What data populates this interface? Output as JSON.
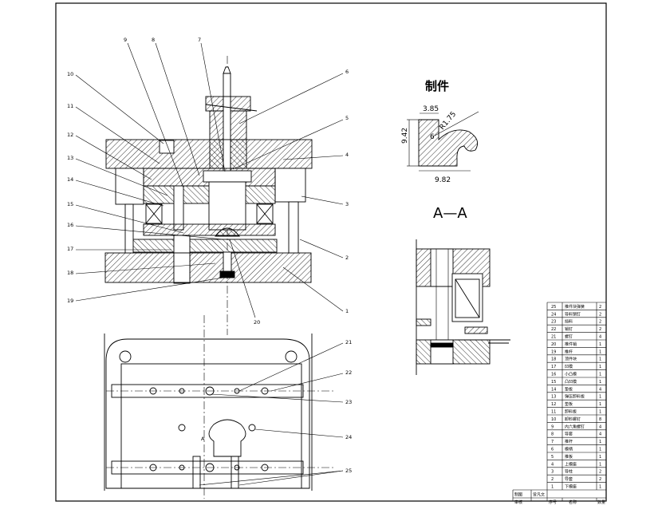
{
  "product_label": "制件",
  "section_label": "A—A",
  "view_marker": "A",
  "dimensions": {
    "width": "9.82",
    "height": "9.42",
    "top": "3.85",
    "radius": "R1.75",
    "inner": "6"
  },
  "callouts": {
    "c1": "1",
    "c2": "2",
    "c3": "3",
    "c4": "4",
    "c5": "5",
    "c6": "6",
    "c7": "7",
    "c8": "8",
    "c9": "9",
    "c10": "10",
    "c11": "11",
    "c12": "12",
    "c13": "13",
    "c14": "14",
    "c15": "15",
    "c16": "16",
    "c17": "17",
    "c18": "18",
    "c19": "19",
    "c20": "20",
    "c21": "21",
    "c22": "22",
    "c23": "23",
    "c24": "24",
    "c25": "25"
  },
  "bom": {
    "rows": [
      {
        "no": "25",
        "name": "推件块弹簧",
        "qty": "2"
      },
      {
        "no": "24",
        "name": "导料销钉",
        "qty": "2"
      },
      {
        "no": "23",
        "name": "挡料",
        "qty": "2"
      },
      {
        "no": "22",
        "name": "销钉",
        "qty": "2"
      },
      {
        "no": "21",
        "name": "螺钉",
        "qty": "4"
      },
      {
        "no": "20",
        "name": "推件销",
        "qty": "1"
      },
      {
        "no": "19",
        "name": "推杆",
        "qty": "1"
      },
      {
        "no": "18",
        "name": "顶件块",
        "qty": "1"
      },
      {
        "no": "17",
        "name": "凹模",
        "qty": "1"
      },
      {
        "no": "16",
        "name": "小凸模",
        "qty": "1"
      },
      {
        "no": "15",
        "name": "凸凹模",
        "qty": "1"
      },
      {
        "no": "14",
        "name": "垫板",
        "qty": "4"
      },
      {
        "no": "13",
        "name": "弹压卸料板",
        "qty": "1"
      },
      {
        "no": "12",
        "name": "垫板",
        "qty": "1"
      },
      {
        "no": "11",
        "name": "卸料板",
        "qty": "1"
      },
      {
        "no": "10",
        "name": "卸料螺钉",
        "qty": "8"
      },
      {
        "no": "9",
        "name": "内六角螺钉",
        "qty": "4"
      },
      {
        "no": "8",
        "name": "导套",
        "qty": "4"
      },
      {
        "no": "7",
        "name": "推杆",
        "qty": "1"
      },
      {
        "no": "6",
        "name": "模柄",
        "qty": "1"
      },
      {
        "no": "5",
        "name": "推板",
        "qty": "1"
      },
      {
        "no": "4",
        "name": "上模座",
        "qty": "1"
      },
      {
        "no": "3",
        "name": "导柱",
        "qty": "2"
      },
      {
        "no": "2",
        "name": "导套",
        "qty": "2"
      },
      {
        "no": "1",
        "name": "下模座",
        "qty": "1"
      }
    ],
    "designer_label": "制图",
    "designer_name": "曾凡文",
    "checker_label": "审核",
    "header_no": "序号",
    "header_name": "名称",
    "header_qty": "数量"
  }
}
